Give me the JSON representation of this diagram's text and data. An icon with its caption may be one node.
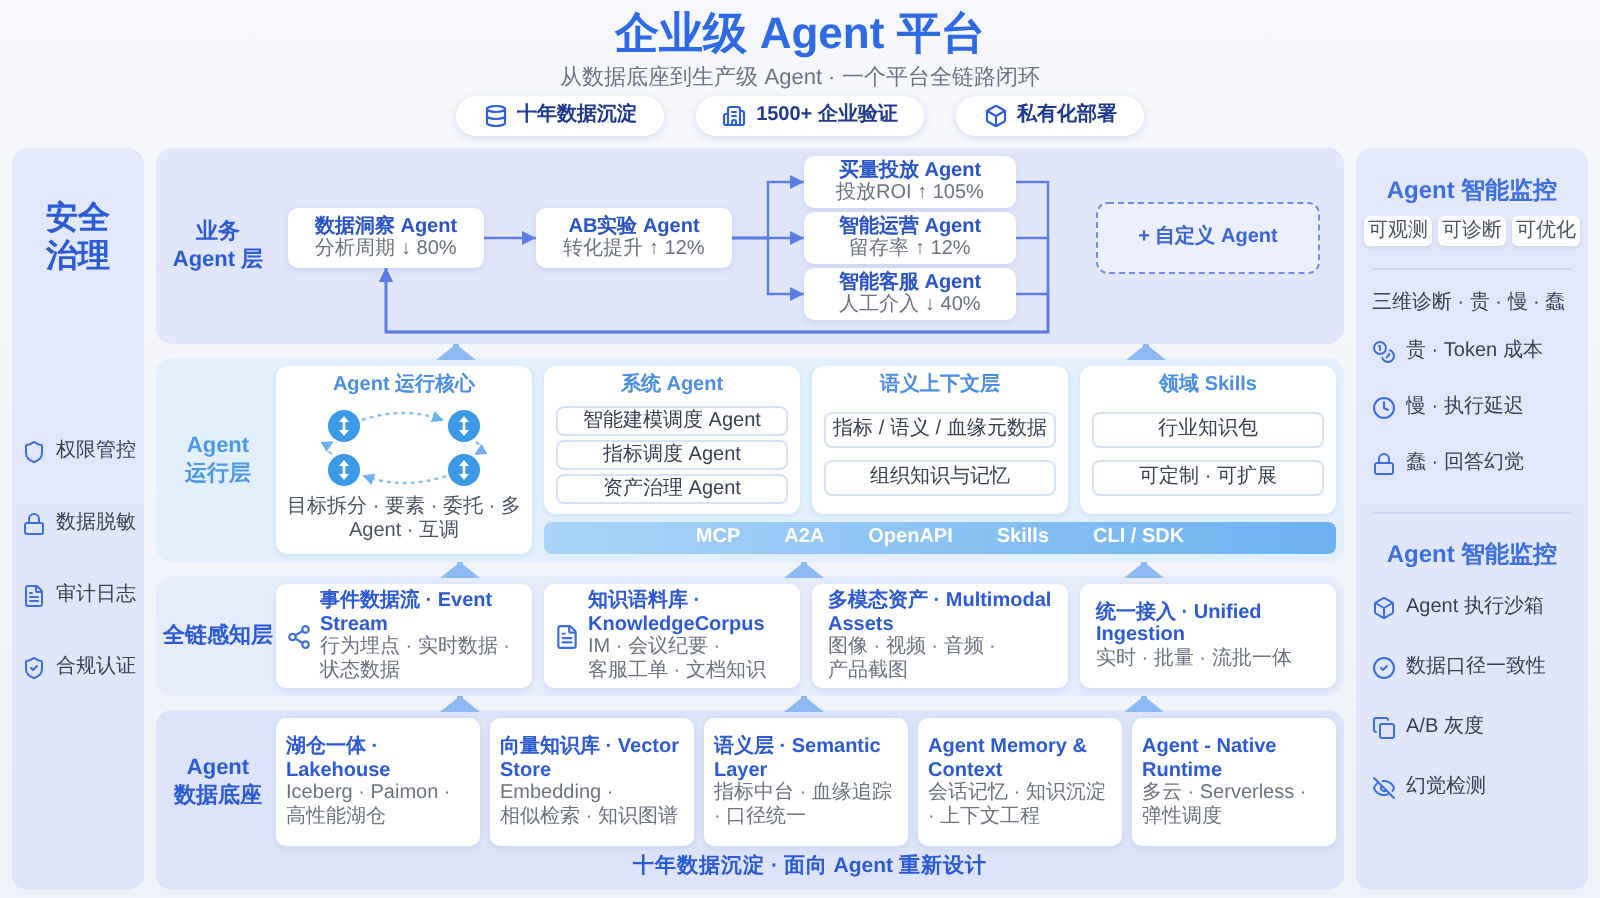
{
  "diagram": {
    "title": "企业级 Agent 平台",
    "labels": [
      "从数据底座到生产级 Agent · 一个平台全链路闭环"
    ],
    "nodes": [
      {
        "text": [
          "十年数据沉淀"
        ]
      },
      {
        "text": [
          "1500+ 企业验证"
        ]
      },
      {
        "text": [
          "私有化部署"
        ]
      },
      {
        "text": [
          "安全治理",
          "权限管控",
          "数据脱敏",
          "审计日志",
          "合规认证"
        ]
      },
      {
        "text": [
          "业务 Agent 层"
        ]
      },
      {
        "text": [
          "数据洞察 Agent",
          "分析周期 ↓ 80%"
        ],
        "in": 4
      },
      {
        "text": [
          "AB实验 Agent",
          "转化提升 ↑ 12%"
        ],
        "in": 4
      },
      {
        "text": [
          "买量投放 Agent",
          "投放ROI ↑ 105%"
        ],
        "in": 4
      },
      {
        "text": [
          "智能运营 Agent",
          "留存率 ↑ 12%"
        ],
        "in": 4
      },
      {
        "text": [
          "智能客服 Agent",
          "人工介入 ↓ 40%"
        ],
        "in": 4
      },
      {
        "text": [
          "+ 自定义 Agent"
        ],
        "in": 4
      },
      {
        "text": [
          "Agent 运行层"
        ]
      },
      {
        "text": [
          "Agent 运行核心",
          "目标拆分 · 要素 · 委托 · 多Agent · 互调"
        ],
        "in": 11
      },
      {
        "text": [
          "系统 Agent"
        ],
        "in": 11
      },
      {
        "text": [
          "智能建模调度 Agent"
        ],
        "in": 13
      },
      {
        "text": [
          "指标调度 Agent"
        ],
        "in": 13
      },
      {
        "text": [
          "资产治理 Agent"
        ],
        "in": 13
      },
      {
        "text": [
          "语义上下文层"
        ],
        "in": 11
      },
      {
        "text": [
          "指标 / 语义 / 血缘元数据"
        ],
        "in": 17
      },
      {
        "text": [
          "组织知识与记忆"
        ],
        "in": 17
      },
      {
        "text": [
          "领域 Skills"
        ],
        "in": 11
      },
      {
        "text": [
          "行业知识包"
        ],
        "in": 20
      },
      {
        "text": [
          "可定制 · 可扩展"
        ],
        "in": 20
      },
      {
        "text": [
          "MCP",
          "A2A",
          "OpenAPI",
          "Skills",
          "CLI / SDK"
        ],
        "in": 11
      },
      {
        "text": [
          "全链感知层"
        ]
      },
      {
        "text": [
          "事件数据流 · Event Stream",
          "行为埋点 · 实时数据 · 状态数据"
        ],
        "in": 24
      },
      {
        "text": [
          "知识语料库 · KnowledgeCorpus",
          "IM · 会议纪要 · 客服工单 · 文档知识"
        ],
        "in": 24
      },
      {
        "text": [
          "多模态资产 · Multimodal Assets",
          "图像 · 视频 · 音频 · 产品截图"
        ],
        "in": 24
      },
      {
        "text": [
          "统一接入 · Unified Ingestion",
          "实时 · 批量 · 流批一体"
        ],
        "in": 24
      },
      {
        "text": [
          "Agent 数据底座",
          "十年数据沉淀 · 面向 Agent 重新设计"
        ]
      },
      {
        "text": [
          "湖仓一体 · Lakehouse",
          "Iceberg · Paimon · 高性能湖仓"
        ],
        "in": 29
      },
      {
        "text": [
          "向量知识库 · Vector Store",
          "Embedding · 相似检索 · 知识图谱"
        ],
        "in": 29
      },
      {
        "text": [
          "语义层 · Semantic Layer",
          "指标中台 · 血缘追踪 · 口径统一"
        ],
        "in": 29
      },
      {
        "text": [
          "Agent Memory & Context",
          "会话记忆 · 知识沉淀 · 上下文工程"
        ],
        "in": 29
      },
      {
        "text": [
          "Agent - Native Runtime",
          "多云 · Serverless · 弹性调度"
        ],
        "in": 29
      },
      {
        "text": [
          "Agent 智能监控",
          "三维诊断 · 贵 · 慢 · 蠢",
          "贵 · Token 成本",
          "慢 · 执行延迟",
          "蠢 · 回答幻觉",
          "Agent 智能监控",
          "Agent 执行沙箱",
          "数据口径一致性",
          "A/B 灰度",
          "幻觉检测"
        ]
      },
      {
        "text": [
          "可观测"
        ],
        "in": 35
      },
      {
        "text": [
          "可诊断"
        ],
        "in": 35
      },
      {
        "text": [
          "可优化"
        ],
        "in": 35
      }
    ],
    "edges": [
      {
        "from": 5,
        "to": 6,
        "arrow": "to"
      },
      {
        "from": 6,
        "to": 7,
        "arrow": "to"
      },
      {
        "from": 6,
        "to": 8,
        "arrow": "to"
      },
      {
        "from": 6,
        "to": 9,
        "arrow": "to"
      },
      {
        "from": 7,
        "to": 5,
        "arrow": "to"
      },
      {
        "from": 8,
        "to": 5,
        "arrow": "to"
      },
      {
        "from": 9,
        "to": 5,
        "arrow": "to"
      },
      {
        "from": 11,
        "to": 4,
        "arrow": "to"
      },
      {
        "from": 11,
        "to": 4,
        "arrow": "to"
      },
      {
        "from": 24,
        "to": 11,
        "arrow": "to"
      },
      {
        "from": 24,
        "to": 11,
        "arrow": "to"
      },
      {
        "from": 24,
        "to": 11,
        "arrow": "to"
      },
      {
        "from": 29,
        "to": 24,
        "arrow": "to"
      },
      {
        "from": 29,
        "to": 24,
        "arrow": "to"
      },
      {
        "from": 29,
        "to": 24,
        "arrow": "to"
      }
    ]
  }
}
